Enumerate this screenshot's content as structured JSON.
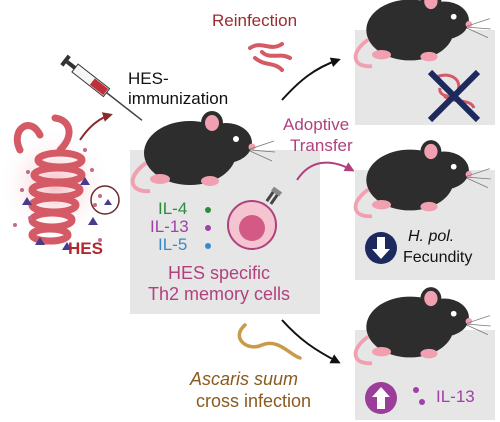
{
  "labels": {
    "reinfection": "Reinfection",
    "hes_immunization_line1": "HES-",
    "hes_immunization_line2": "immunization",
    "adoptive_line1": "Adoptive",
    "adoptive_line2": "Transfer",
    "il4": "IL-4",
    "il13": "IL-13",
    "il5": "IL-5",
    "hes_specific_line1": "HES specific",
    "hes_specific_line2": "Th2 memory cells",
    "hes": "HES",
    "hpol": "H. pol.",
    "fecundity": "Fecundity",
    "ascaris_line1": "Ascaris suum",
    "ascaris_line2": "cross infection",
    "il13_right": "IL-13"
  },
  "colors": {
    "reinfection_text": "#9b2a2e",
    "adoptive_text": "#b0417f",
    "il4": "#2e8b3c",
    "il13": "#a040a8",
    "il5": "#3a8ac8",
    "hes_specific_text": "#b0417f",
    "hes_text": "#b3282e",
    "ascaris_text": "#8a5a1e",
    "panel": "#e6e6e6",
    "worm": "#d45a66",
    "mouse_body": "#2d2d2d",
    "mouse_pink": "#f0a0b0",
    "decrease_circle": "#1c2a5e",
    "increase_circle": "#9a3e9a"
  },
  "icons": {
    "syringe": "syringe-icon",
    "worm": "worm-icon",
    "mouse": "mouse-icon",
    "cell": "th2-cell-icon",
    "ascaris": "ascaris-worm-icon",
    "no_worm": "crossed-worm-icon",
    "down": "down-arrow-icon",
    "up": "up-arrow-icon"
  }
}
